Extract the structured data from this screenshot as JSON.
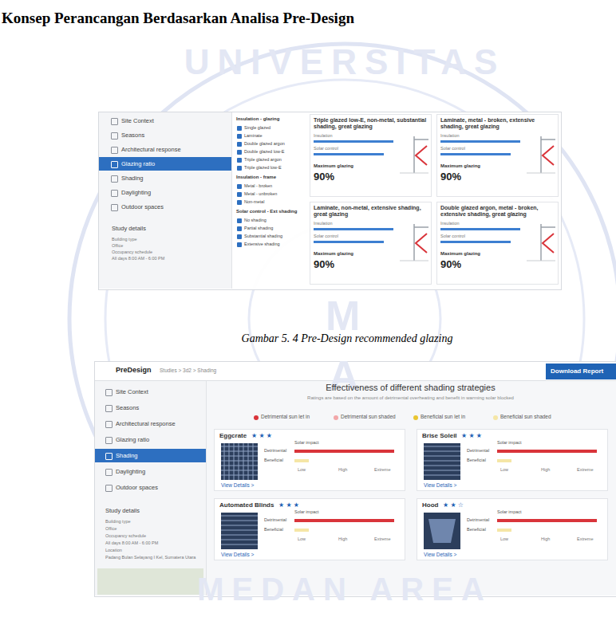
{
  "diagram": {
    "title": "Konsep Perancangan Berdasarkan Analisa Pre-Design",
    "caption": "Gambar 5. 4 Pre-Design recommended glazing",
    "nodes": [
      {
        "text": [
          "Triple glazed low-E, non-metal, substantial shading, great glazing",
          "Insulation",
          "Solar control",
          "Maximum glazing",
          "90%"
        ]
      },
      {
        "text": [
          "Laminate, metal - broken, extensive shading, great glazing",
          "Insulation",
          "Solar control",
          "Maximum glazing",
          "90%"
        ]
      },
      {
        "text": [
          "Laminate, non-metal, extensive shading, great glazing",
          "Insulation",
          "Solar control",
          "Maximum glazing",
          "90%"
        ]
      },
      {
        "text": [
          "Double glazed argon, metal - broken, extensive shading, great glazing",
          "Insulation",
          "Solar control",
          "Maximum glazing",
          "90%"
        ]
      },
      {
        "text": [
          "Download Report"
        ]
      },
      {
        "text": [
          "Eggcrate",
          "★ ★ ★",
          "Solar impact",
          "Detrimental",
          "Beneficial",
          "Low",
          "High",
          "Extreme",
          "View Details >"
        ]
      },
      {
        "text": [
          "Brise Soleil",
          "★ ★ ★",
          "Solar impact",
          "Detrimental",
          "Beneficial",
          "Low",
          "High",
          "Extreme",
          "View Details >"
        ]
      },
      {
        "text": [
          "Automated Blinds",
          "★ ★ ★",
          "Solar impact",
          "Detrimental",
          "Beneficial",
          "Low",
          "High",
          "Extreme",
          "View Details >"
        ]
      },
      {
        "text": [
          "Hood",
          "★ ★ ☆",
          "Solar impact",
          "Detrimental",
          "Beneficial",
          "Low",
          "High",
          "Extreme",
          "View Details >"
        ]
      }
    ],
    "labels": [
      "Site Context",
      "Seasons",
      "Architectural response",
      "Glazing ratio",
      "Shading",
      "Daylighting",
      "Outdoor spaces",
      "Study details",
      "Building type",
      "Office",
      "Occupancy schedule",
      "All days 8:00 AM - 6:00 PM",
      "Insulation - glazing",
      "Single glazed",
      "Laminate",
      "Double glazed argon",
      "Double glazed low-E",
      "Triple glazed argon",
      "Triple glazed low-E",
      "Insulation - frame",
      "Metal - broken",
      "Metal - unbroken",
      "Non-metal",
      "Solar control - Ext shading",
      "No shading",
      "Partial shading",
      "Substantial shading",
      "Extensive shading",
      "PreDesign",
      "Studies > 3d2 > Shading",
      "Site Context",
      "Seasons",
      "Architectural response",
      "Glazing ratio",
      "Shading",
      "Daylighting",
      "Outdoor spaces",
      "Study details",
      "Building type",
      "Office",
      "Occupancy schedule",
      "All days 8:00 AM - 6:00 PM",
      "Location",
      "Padang Bulan Selayang I Kel, Sumatera Utara",
      "Effectiveness of different shading strategies",
      "Ratings are based on the amount of detrimental overheating and benefit in warming solar blocked",
      "UNIVERSITAS",
      "U",
      "M",
      "A",
      "MEDAN AREA"
    ],
    "legend": [
      {
        "text": "Detrimental sun let in",
        "color": "#d9343a"
      },
      {
        "text": "Detrimental sun shaded",
        "color": "#f2a7a9"
      },
      {
        "text": "Beneficial sun let in",
        "color": "#e9c531"
      },
      {
        "text": "Beneficial sun shaded",
        "color": "#f5e6a6"
      }
    ]
  }
}
